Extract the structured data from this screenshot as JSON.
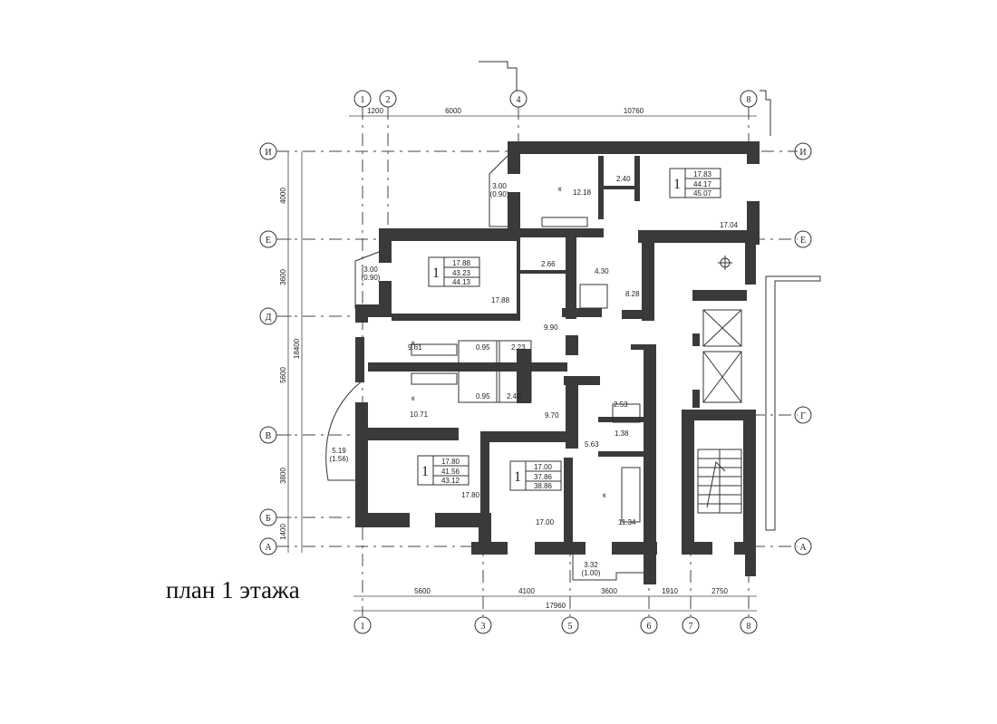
{
  "title": "план 1 этажа",
  "axes_vertical": [
    "1",
    "2",
    "4",
    "8",
    "3",
    "5",
    "6",
    "7"
  ],
  "axes_horizontal": [
    "И",
    "Е",
    "Д",
    "Г",
    "В",
    "Б",
    "А"
  ],
  "dims_top": [
    "1200",
    "6000",
    "10760"
  ],
  "dims_bottom": [
    "5600",
    "4100",
    "3600",
    "1910",
    "2750",
    "17960"
  ],
  "dims_left": [
    "4000",
    "3600",
    "5600",
    "3800",
    "1400",
    "18400"
  ],
  "balconies": [
    {
      "area": "3.00",
      "sub": "(0.90)"
    },
    {
      "area": "3.00",
      "sub": "(0.90)"
    },
    {
      "area": "5.19",
      "sub": "(1.56)"
    },
    {
      "area": "3.32",
      "sub": "(1.00)"
    }
  ],
  "apartments": [
    {
      "rooms": "1",
      "a": "17.83",
      "b": "44.17",
      "c": "45.07"
    },
    {
      "rooms": "1",
      "a": "17.88",
      "b": "43.23",
      "c": "44.13"
    },
    {
      "rooms": "1",
      "a": "17.80",
      "b": "41.56",
      "c": "43.12"
    },
    {
      "rooms": "1",
      "a": "17.00",
      "b": "37.86",
      "c": "38.86"
    }
  ],
  "room_areas": {
    "r1218": "12.18",
    "r240a": "2.40",
    "r1704": "17.04",
    "r1788": "17.88",
    "r266": "2.66",
    "r430": "4.30",
    "r828": "8.28",
    "r990": "9.90",
    "r961": "9.61",
    "r095a": "0.95",
    "r223": "2.23",
    "r095b": "0.95",
    "r240b": "2.40",
    "r1071": "10.71",
    "r970": "9.70",
    "r253": "2.53",
    "r138": "1.38",
    "r563": "5.63",
    "r1780": "17.80",
    "r1700": "17.00",
    "r1134": "11.34"
  },
  "kitchen_label": "к"
}
